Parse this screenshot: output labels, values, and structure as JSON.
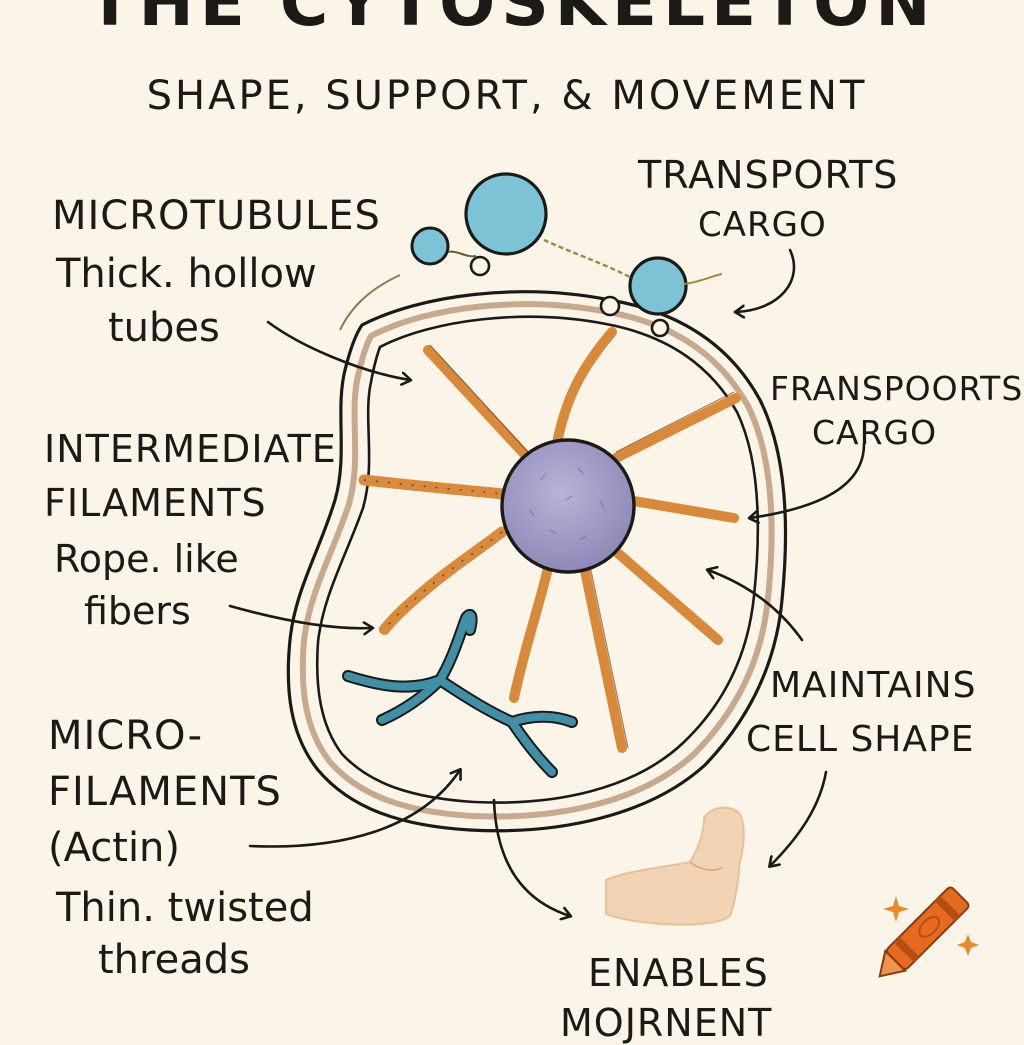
{
  "header": {
    "title": "THE CYTOSKELETON",
    "subtitle": "SHAPE, SUPPORT, & MOVEMENT"
  },
  "labels": {
    "microtubules": {
      "name": "MICROTUBULES",
      "desc_line1": "Thick. hollow",
      "desc_line2": "tubes"
    },
    "intermediate": {
      "name_line1": "INTERMEDIATE",
      "name_line2": "FILAMENTS",
      "desc_line1": "Rope. like",
      "desc_line2": "fibers"
    },
    "microfilaments": {
      "name_line1": "MICRO-",
      "name_line2": "FILAMENTS",
      "name_line3": "(Actin)",
      "desc_line1": "Thin. twisted",
      "desc_line2": "threads"
    },
    "transports_top": {
      "line1": "TRANSPORTS",
      "line2": "CARGO"
    },
    "transports_right": {
      "line1": "FRANSPOORTS",
      "line2": "CARGO"
    },
    "maintains": {
      "line1": "MAINTAINS",
      "line2": "CELL SHAPE"
    },
    "enables": {
      "line1": "ENABLES",
      "line2": "MOJRNENT"
    }
  },
  "colors": {
    "background": "#faf5e8",
    "ink": "#1c1a17",
    "membrane": "#c9a98d",
    "microtubule": "#d9893a",
    "intermediate_filament": "#d98a3a",
    "actin": "#3f8fa6",
    "nucleus": "#a49fc7",
    "vesicle": "#7cc3d6",
    "muscle": "#f2d3b3",
    "crayon": "#e66a1f"
  },
  "icons": {
    "crayon": "crayon-icon",
    "sparkle": "sparkle-icon"
  }
}
